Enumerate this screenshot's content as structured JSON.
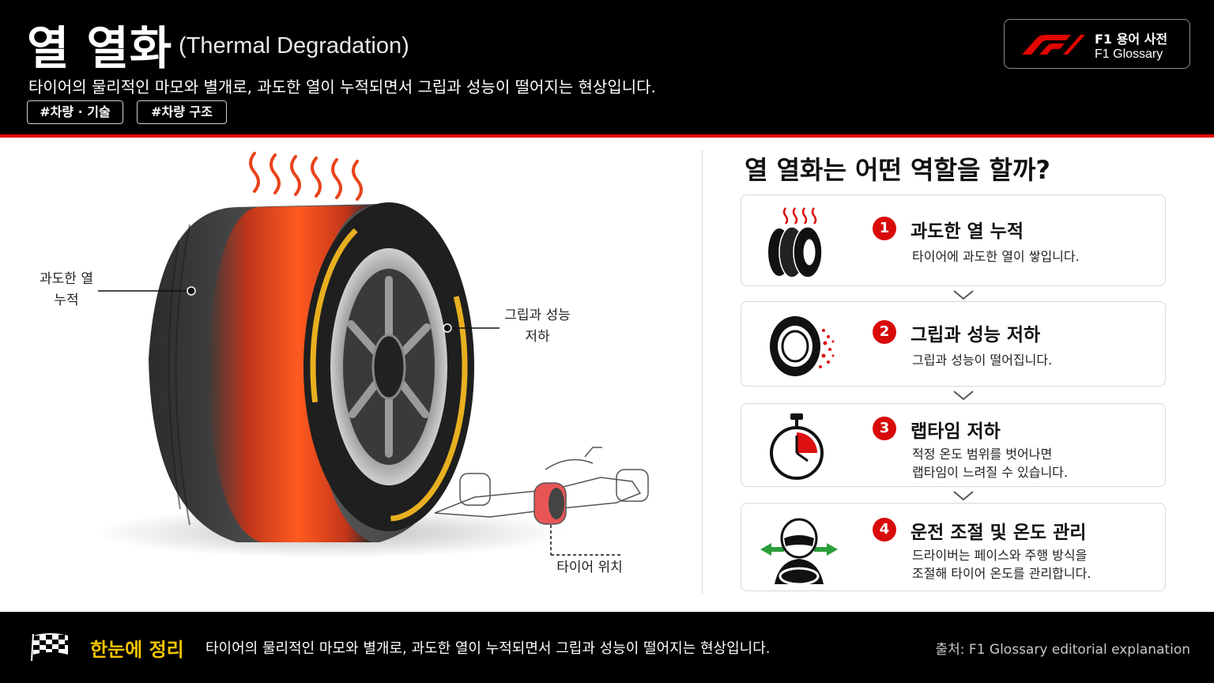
{
  "header": {
    "title_ko": "열 열화",
    "title_en": "(Thermal Degradation)",
    "subtitle": "타이어의 물리적인 마모와 별개로, 과도한 열이 누적되면서 그립과 성능이 떨어지는 현상입니다.",
    "tags": [
      "#차량 · 기술",
      "#차량 구조"
    ],
    "badge_line1": "F1 용어 사전",
    "badge_line2": "F1 Glossary"
  },
  "illustration": {
    "callout_heat": [
      "과도한 열",
      "누적"
    ],
    "callout_grip": [
      "그립과 성능",
      "저하"
    ],
    "callout_position": "타이어 위치"
  },
  "right": {
    "title": "열 열화는 어떤 역할을 할까?",
    "cards": [
      {
        "num": "1",
        "title": "과도한 열 누적",
        "desc": [
          "타이어에 과도한 열이 쌓입니다."
        ],
        "icon": "hot-tire-stack-icon"
      },
      {
        "num": "2",
        "title": "그립과 성능 저하",
        "desc": [
          "그립과 성능이 떨어집니다."
        ],
        "icon": "tire-grip-loss-icon"
      },
      {
        "num": "3",
        "title": "랩타임 저하",
        "desc": [
          "적정 온도 범위를 벗어나면",
          "랩타임이 느려질 수 있습니다."
        ],
        "icon": "stopwatch-icon"
      },
      {
        "num": "4",
        "title": "운전 조절 및 온도 관리",
        "desc": [
          "드라이버는 페이스와 주행 방식을",
          "조절해 타이어 온도를 관리합니다."
        ],
        "icon": "driver-steering-icon"
      }
    ]
  },
  "footer": {
    "summary_label": "한눈에 정리",
    "summary_text": "타이어의 물리적인 마모와 별개로, 과도한 열이 누적되면서 그립과 성능이 떨어지는 현상입니다.",
    "source": "출처: F1 Glossary editorial explanation"
  },
  "colors": {
    "accent_red": "#e10600",
    "number_red": "#d90a0a",
    "summary_yellow": "#f5c400",
    "header_bg": "#000000"
  }
}
